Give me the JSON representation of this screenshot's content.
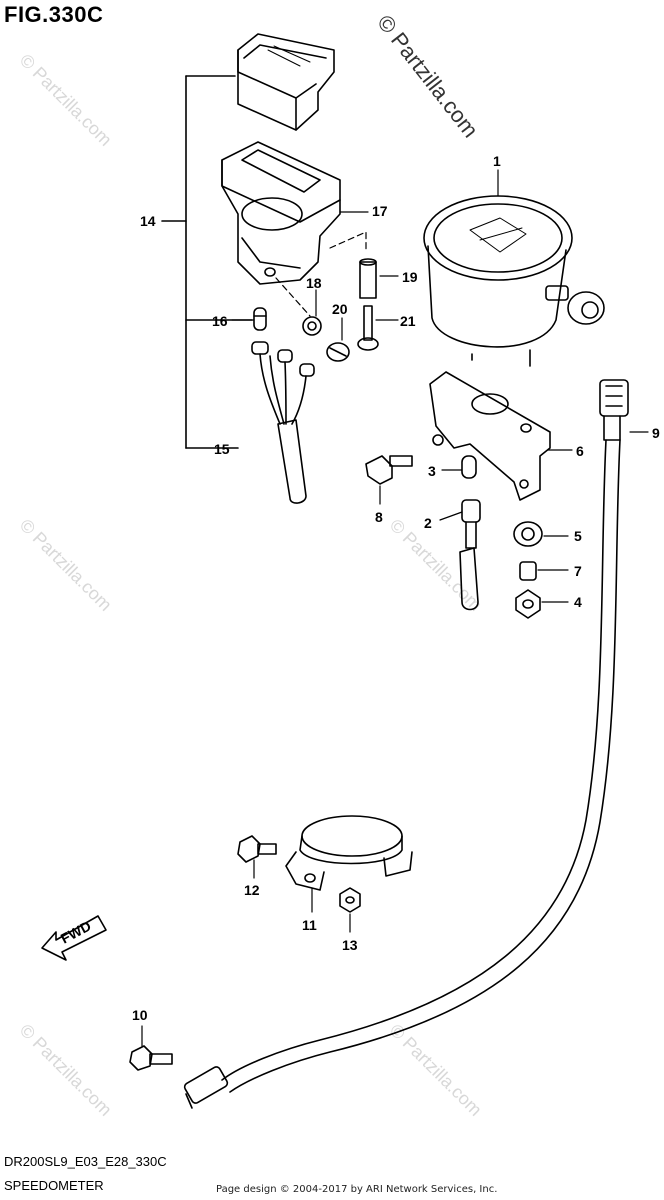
{
  "figure": {
    "title": "FIG.330C",
    "code": "DR200SL9_E03_E28_330C",
    "caption": "SPEEDOMETER",
    "footer": "Page design © 2004-2017 by ARI Network Services, Inc."
  },
  "watermark": {
    "main": "© Partzilla.com",
    "repeat": "© Partzilla.com"
  },
  "arrow": {
    "label": "FWD"
  },
  "callouts": {
    "p1": "1",
    "p2": "2",
    "p3": "3",
    "p4": "4",
    "p5": "5",
    "p6": "6",
    "p7": "7",
    "p8": "8",
    "p9": "9",
    "p10": "10",
    "p11": "11",
    "p12": "12",
    "p13": "13",
    "p14": "14",
    "p15": "15",
    "p16": "16",
    "p17": "17",
    "p18": "18",
    "p19": "19",
    "p20": "20",
    "p21": "21"
  },
  "colors": {
    "line": "#000000",
    "watermark": "#d8d8d8"
  }
}
